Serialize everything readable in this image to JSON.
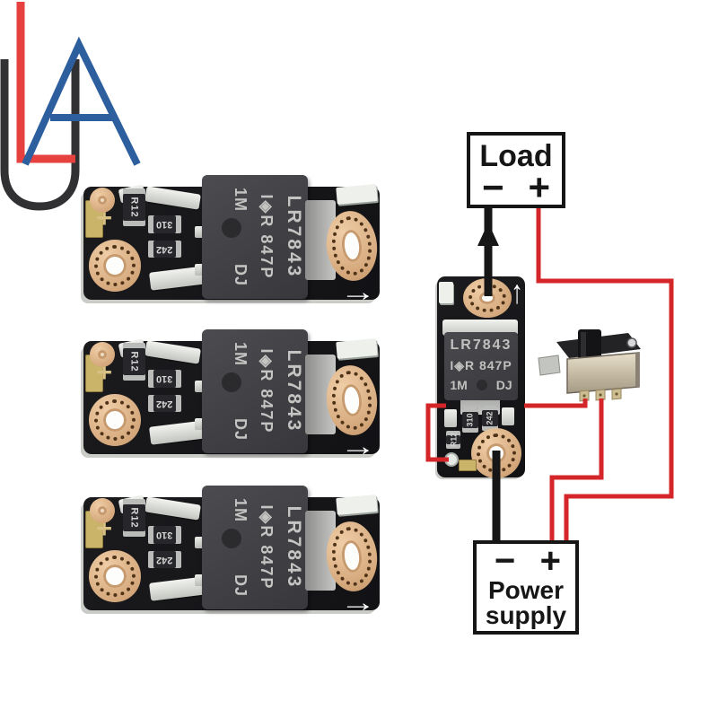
{
  "logo": {
    "letter_l": "L",
    "letter_a": "A",
    "letter_u": "U",
    "color_red": "#e6413e",
    "color_blue": "#2d5f9f",
    "color_dark": "#313134"
  },
  "pcb_module": {
    "plus_mark": "+",
    "arrow_right": "→",
    "arrow_up": "↑",
    "smd_vertical_code": "R12",
    "smd_code_a": "310",
    "smd_code_b": "242",
    "chip_marking_line1": "LR7843",
    "chip_marking_line2": "I◈R 847P",
    "chip_marking_1m": "1M",
    "chip_marking_dj": "DJ"
  },
  "wiring": {
    "load_title": "Load",
    "load_minus": "−",
    "load_plus": "+",
    "ps_minus": "−",
    "ps_plus": "+",
    "ps_title_line1": "Power",
    "ps_title_line2": "supply",
    "wire_positive_color": "#d42629",
    "wire_negative_color": "#161616"
  }
}
